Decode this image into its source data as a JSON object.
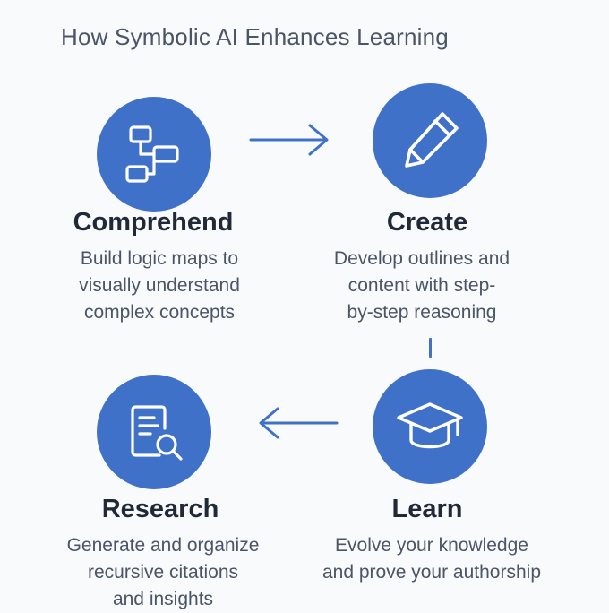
{
  "title": "How Symbolic AI Enhances Learning",
  "accent_color": "#3f71c8",
  "steps": [
    {
      "heading": "Comprehend",
      "lines": [
        "Build logic maps to",
        "visually understand",
        "complex concepts"
      ],
      "icon": "flowchart-icon"
    },
    {
      "heading": "Create",
      "lines": [
        "Develop outlines and",
        "content with step-",
        "by-step reasoning"
      ],
      "icon": "pencil-icon"
    },
    {
      "heading": "Learn",
      "lines": [
        "Evolve your knowledge",
        "and prove your authorship"
      ],
      "icon": "graduation-cap-icon"
    },
    {
      "heading": "Research",
      "lines": [
        "Generate and organize",
        "recursive citations",
        "and insights"
      ],
      "icon": "document-search-icon"
    }
  ]
}
